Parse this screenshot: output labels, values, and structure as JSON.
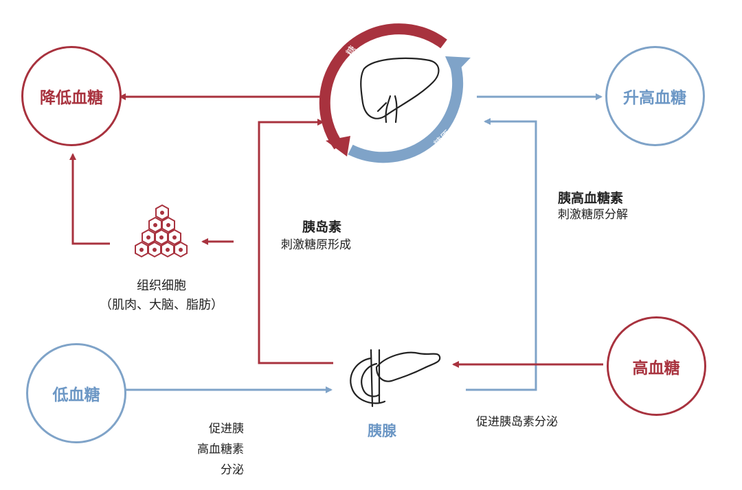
{
  "colors": {
    "red": "#a8323e",
    "blue": "#7fa3c8",
    "blue_text": "#6c97c5"
  },
  "nodes": {
    "lower": "降低血糖",
    "raise": "升高血糖",
    "low": "低血糖",
    "high": "高血糖"
  },
  "liver": {
    "label": "肝脏",
    "ring_left": "糖",
    "ring_right": "糖原"
  },
  "pancreas": {
    "label": "胰腺"
  },
  "tissue": {
    "title": "组织细胞",
    "subtitle": "（肌肉、大脑、脂肪）"
  },
  "insulin": {
    "title": "胰岛素",
    "desc": "刺激糖原形成"
  },
  "glucagon": {
    "title": "胰高血糖素",
    "desc": "刺激糖原分解"
  },
  "notes": {
    "promote_glucagon": [
      "促进胰",
      "高血糖素",
      "分泌"
    ],
    "promote_insulin": "促进胰岛素分泌"
  }
}
